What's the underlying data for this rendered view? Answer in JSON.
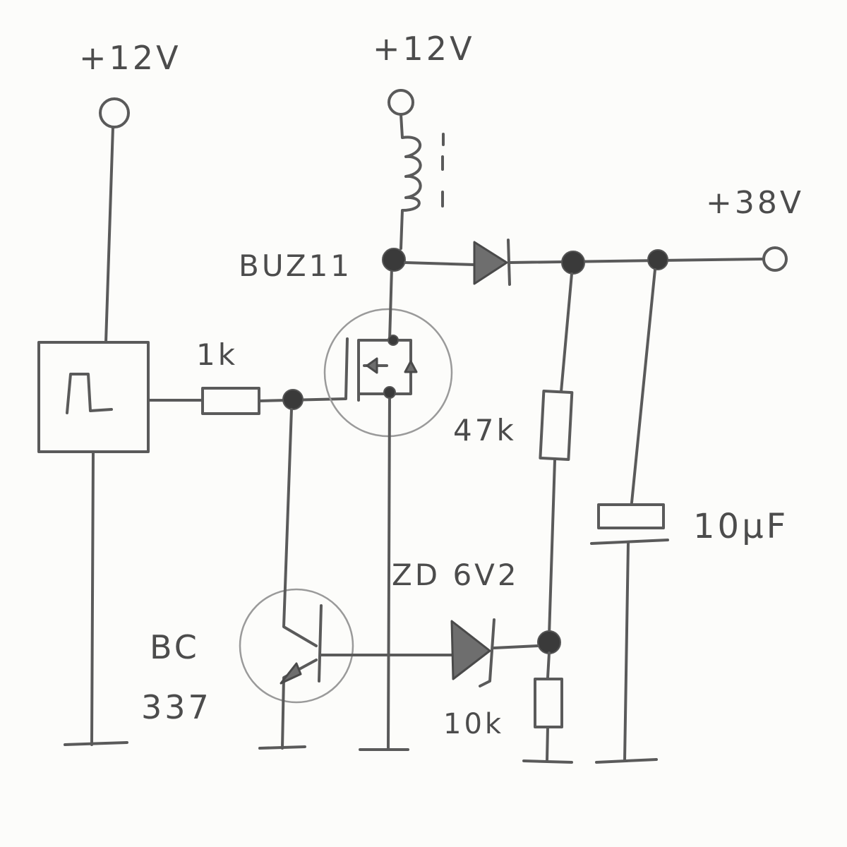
{
  "labels": {
    "supply_left": "+12V",
    "supply_mid": "+12V",
    "output_voltage": "+38V",
    "mosfet": "BUZ11",
    "gate_resistor": "1k",
    "divider_top": "47k",
    "divider_bottom": "10k",
    "capacitor": "10μF",
    "zener": "ZD 6V2",
    "transistor_line1": "BC",
    "transistor_line2": "337"
  }
}
